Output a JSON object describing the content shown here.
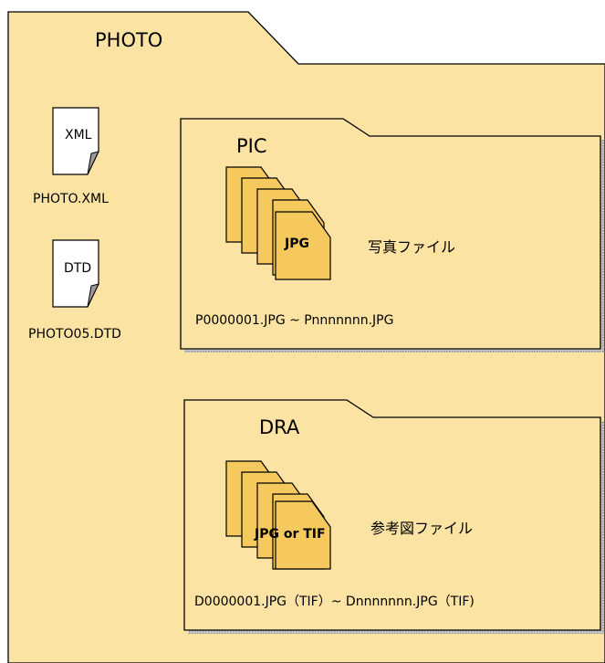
{
  "root_folder": {
    "name": "PHOTO"
  },
  "root_files": [
    {
      "badge": "XML",
      "filename": "PHOTO.XML"
    },
    {
      "badge": "DTD",
      "filename": "PHOTO05.DTD"
    }
  ],
  "subfolders": [
    {
      "name": "PIC",
      "file_type": "JPG",
      "description": "写真ファイル",
      "range": "P0000001.JPG ~ Pnnnnnnn.JPG"
    },
    {
      "name": "DRA",
      "file_type": "JPG or TIF",
      "description": "参考図ファイル",
      "range": "D0000001.JPG（TIF）~ Dnnnnnnn.JPG（TIF)"
    }
  ],
  "colors": {
    "folder_fill": "#fbe3a4",
    "file_fill": "#f6c95e",
    "doc_fill": "#ffffff",
    "doc_fold": "#9a9a9a",
    "outline": "#000000",
    "shadow": "#a9a9a9"
  }
}
